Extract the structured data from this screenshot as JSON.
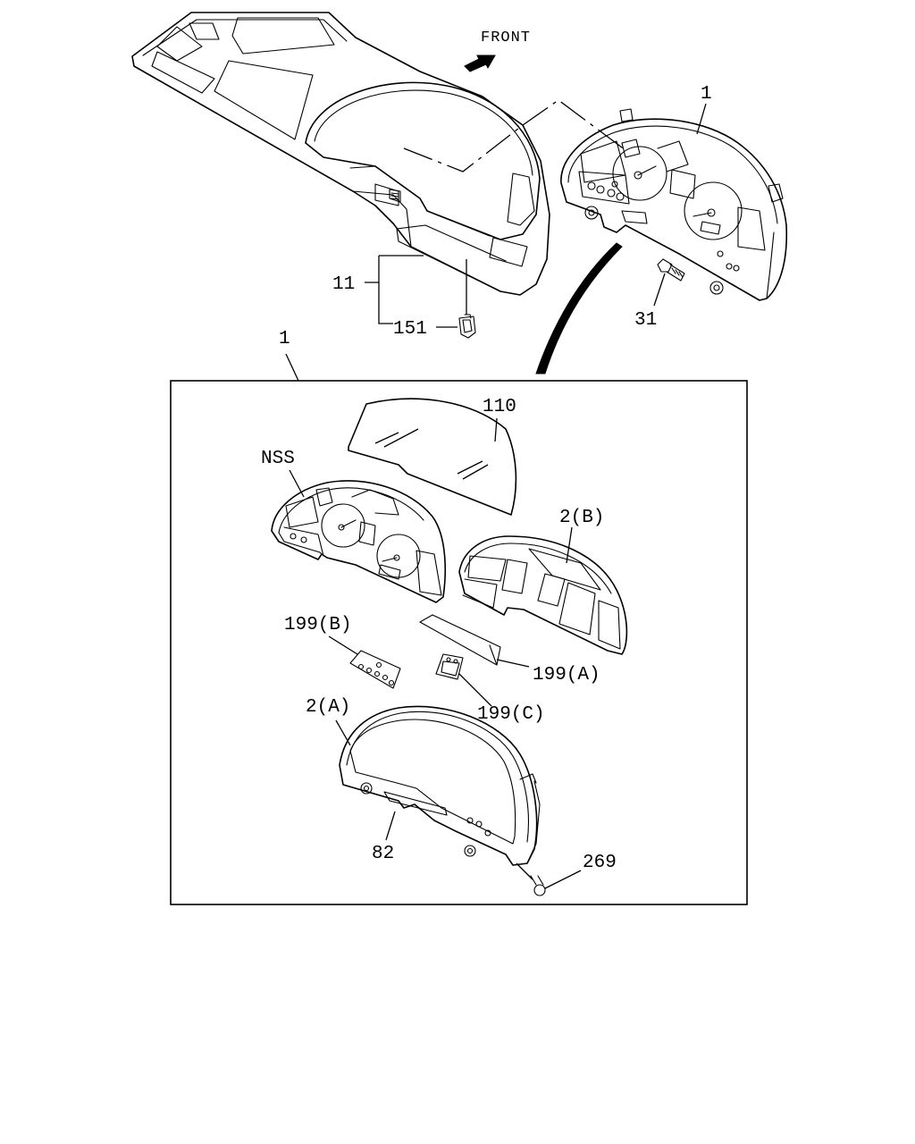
{
  "labels": {
    "front": "FRONT",
    "panel_assembly": "1",
    "cluster_housing": "11",
    "clip": "151",
    "screw_31": "31",
    "callout_1_box": "1",
    "glass_lens": "110",
    "nss": "NSS",
    "bezel_b": "2(B)",
    "bezel_a": "2(A)",
    "label_199b": "199(B)",
    "label_199a": "199(A)",
    "label_199c": "199(C)",
    "label_82": "82",
    "screw_269": "269"
  }
}
